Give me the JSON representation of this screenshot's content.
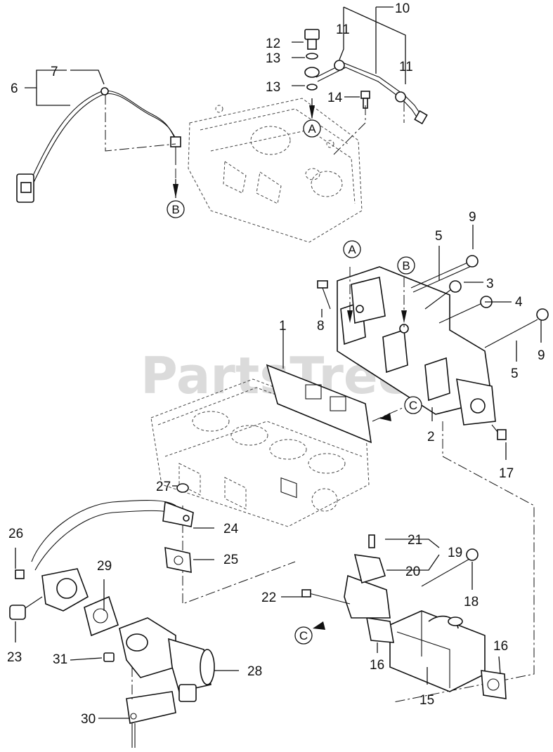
{
  "watermark": "PartsTree",
  "callouts": {
    "c1": "1",
    "c2": "2",
    "c3": "3",
    "c4": "4",
    "c5a": "5",
    "c5b": "5",
    "c6": "6",
    "c7": "7",
    "c8": "8",
    "c9a": "9",
    "c9b": "9",
    "c10": "10",
    "c11a": "11",
    "c11b": "11",
    "c12": "12",
    "c13a": "13",
    "c13b": "13",
    "c14": "14",
    "c15": "15",
    "c16a": "16",
    "c16b": "16",
    "c17": "17",
    "c18": "18",
    "c19": "19",
    "c20": "20",
    "c21": "21",
    "c22": "22",
    "c23": "23",
    "c24": "24",
    "c25": "25",
    "c26": "26",
    "c27": "27",
    "c28": "28",
    "c29": "29",
    "c30": "30",
    "c31": "31"
  },
  "refs": {
    "a_top": "A",
    "a_mid": "A",
    "b_top": "B",
    "b_mid": "B",
    "c_mid": "C",
    "c_low": "C"
  }
}
